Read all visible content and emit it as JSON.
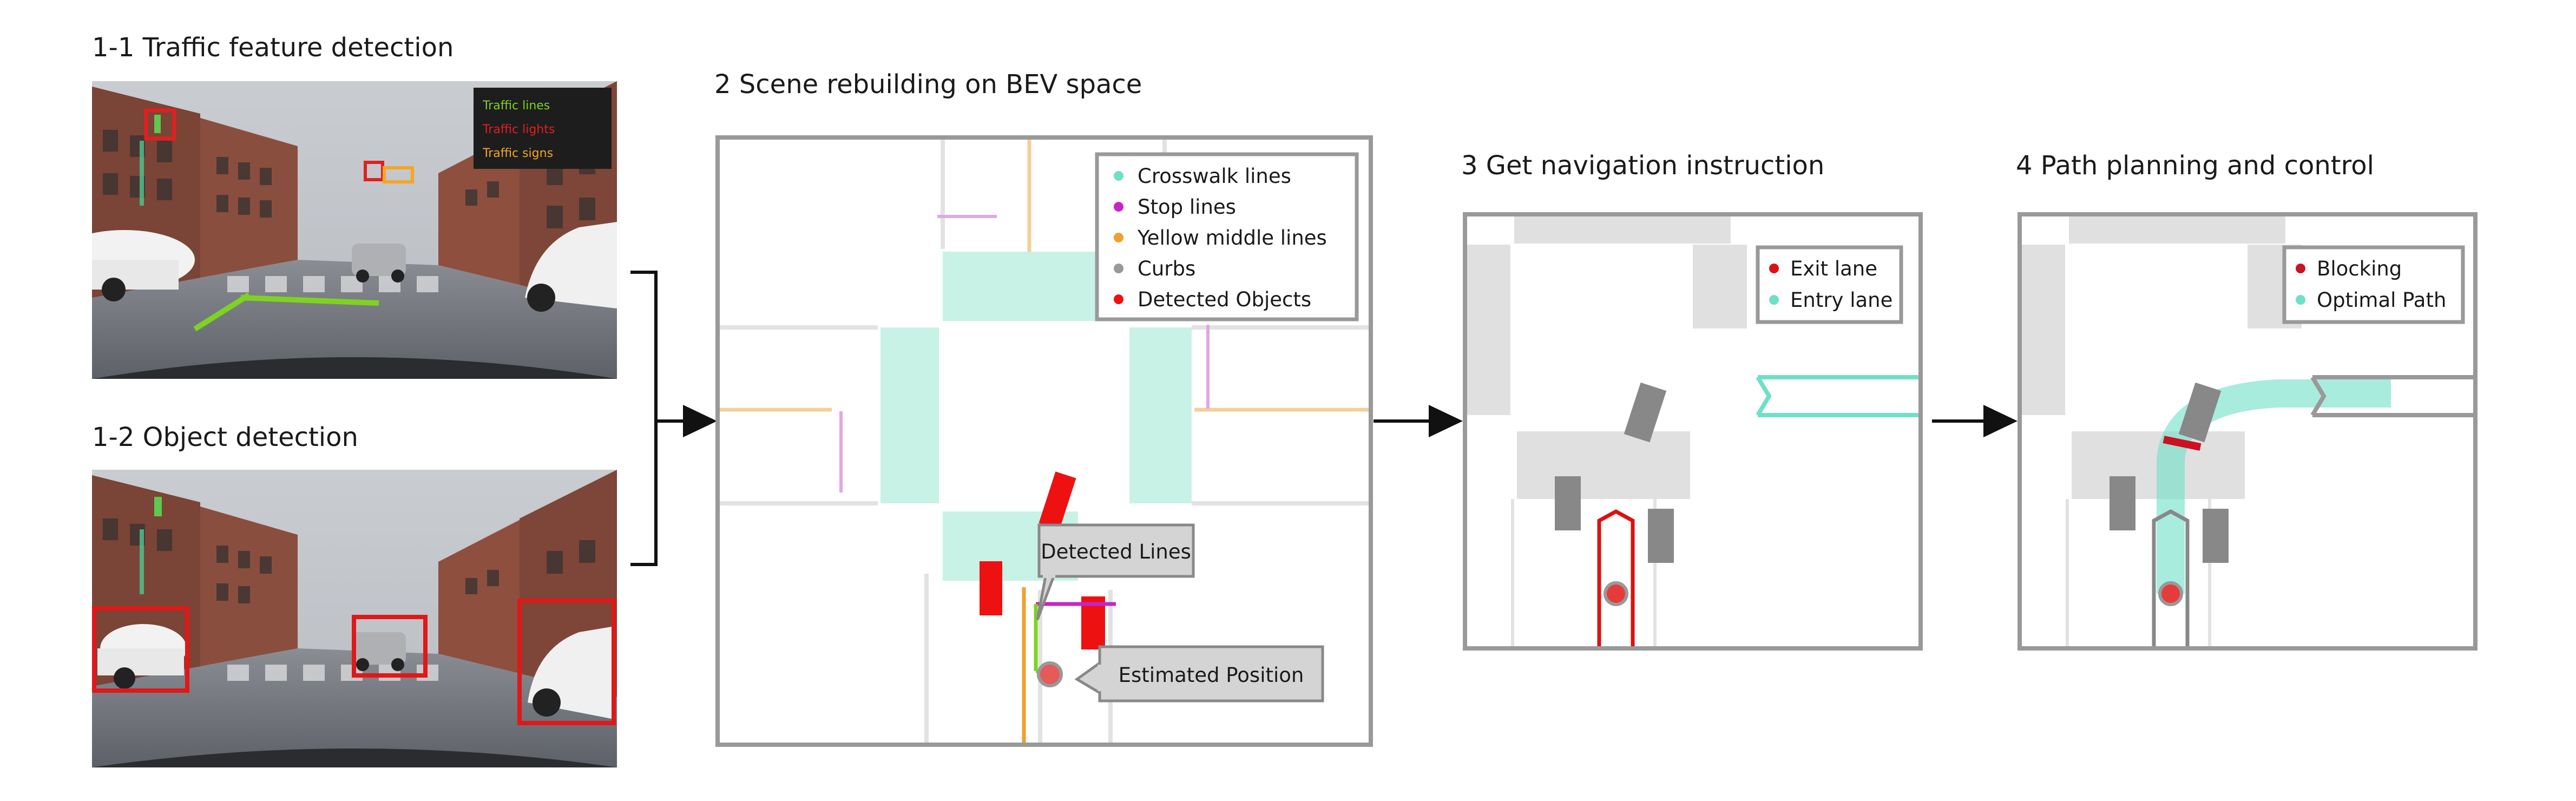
{
  "panel_1_1": {
    "title": "1-1 Traffic feature detection",
    "overlay": {
      "line1": "Traffic lines",
      "line2": "Traffic lights",
      "line3": "Traffic signs",
      "line1_color": "#7ed321",
      "line2_color": "#e02020",
      "line3_color": "#f5a623"
    }
  },
  "panel_1_2": {
    "title": "1-2 Object detection"
  },
  "panel_2": {
    "title": "2 Scene rebuilding on BEV space",
    "legend": [
      {
        "label": "Crosswalk lines",
        "color": "#6ee0c8"
      },
      {
        "label": "Stop lines",
        "color": "#c724c7"
      },
      {
        "label": "Yellow middle lines",
        "color": "#f0a030"
      },
      {
        "label": "Curbs",
        "color": "#999999"
      },
      {
        "label": "Detected Objects",
        "color": "#ee1111"
      }
    ],
    "callout_lines": "Detected Lines",
    "callout_position": "Estimated Position"
  },
  "panel_3": {
    "title": "3 Get navigation instruction",
    "legend": [
      {
        "label": "Exit lane",
        "color": "#dd1111"
      },
      {
        "label": "Entry lane",
        "color": "#6ee0c8"
      }
    ]
  },
  "panel_4": {
    "title": "4 Path planning and control",
    "legend": [
      {
        "label": "Blocking",
        "color": "#cc1122"
      },
      {
        "label": "Optimal Path",
        "color": "#6ee0c8"
      }
    ]
  }
}
